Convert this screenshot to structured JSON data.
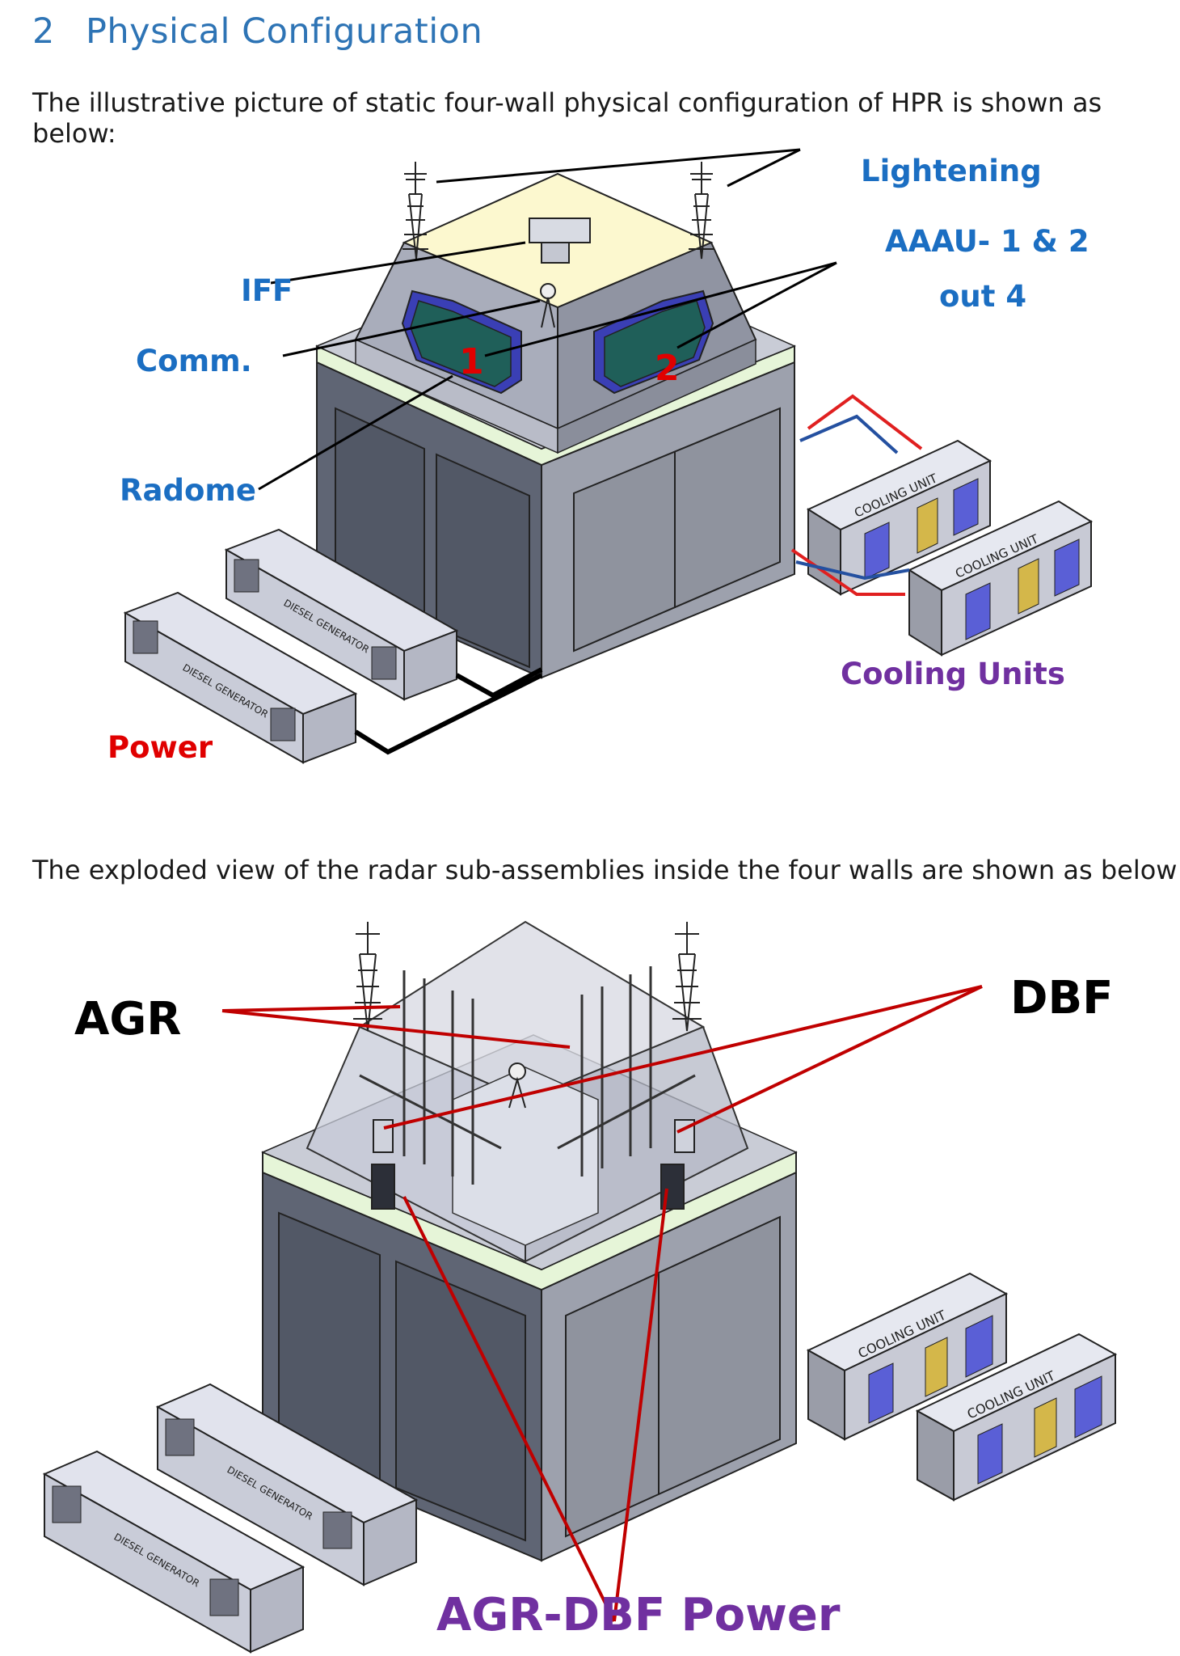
{
  "section": {
    "number": "2",
    "title": "Physical Configuration"
  },
  "intro_text": "The illustrative picture of static four-wall physical configuration of HPR is shown as below:",
  "exploded_text": "The exploded view of the radar sub-assemblies inside the four walls are shown as below",
  "figure1": {
    "labels": {
      "lightening": "Lightening",
      "aaau": "AAAU- 1 & 2",
      "out": "out 4",
      "iff": "IFF",
      "comm": "Comm.",
      "radome": "Radome",
      "cooling_units": "Cooling Units",
      "power": "Power"
    },
    "panel_numbers": [
      "1",
      "2"
    ],
    "cooling_unit_text": "COOLING UNIT",
    "generator_text": "DIESEL GENERATOR"
  },
  "figure2": {
    "labels": {
      "agr": "AGR",
      "dbf": "DBF",
      "agr_dbf_power": "AGR-DBF Power"
    },
    "cooling_unit_text": "COOLING UNIT",
    "generator_text": "DIESEL GENERATOR"
  },
  "colors": {
    "heading": "#2e74b5",
    "label_blue": "#1b6ec2",
    "label_red": "#e00000",
    "label_purple": "#7030a0",
    "wall": "#a9adbb",
    "wall_dark": "#5f6574",
    "roof": "#fcf8cf",
    "railing_band": "#e6f5d8",
    "radome_panel": "#1f5f59",
    "cooling_door": "#5a5fd6",
    "arrow_red": "#e02020",
    "arrow_blue": "#2450a0"
  }
}
